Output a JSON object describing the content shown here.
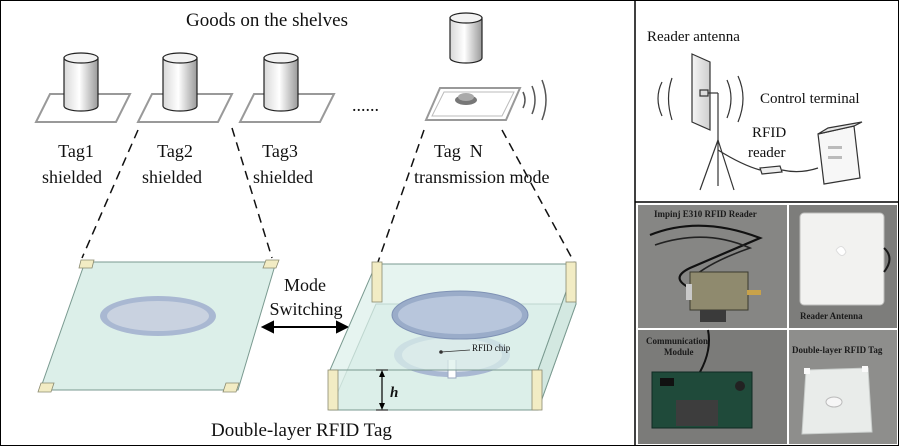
{
  "figure": {
    "shelf_title": "Goods on the shelves",
    "tags": [
      {
        "name": "Tag1",
        "state": "shielded"
      },
      {
        "name": "Tag2",
        "state": "shielded"
      },
      {
        "name": "Tag3",
        "state": "shielded"
      },
      {
        "name": "Tag  N",
        "state": "transmission mode"
      }
    ],
    "ellipsis": "......",
    "mode_switching_line1": "Mode",
    "mode_switching_line2": "Switching",
    "rfid_chip_label": "RFID chip",
    "height_label": "h",
    "bottom_caption": "Double-layer RFID Tag"
  },
  "reader_setup": {
    "reader_antenna": "Reader antenna",
    "control_terminal": "Control terminal",
    "rfid_reader_line1": "RFID",
    "rfid_reader_line2": "reader"
  },
  "photos": {
    "impinj_reader": "Impinj E310 RFID Reader",
    "reader_antenna": "Reader Antenna",
    "communication_line1": "Communication",
    "communication_line2": "Module",
    "double_layer_tag": "Double-layer RFID Tag"
  },
  "colors": {
    "tag_fill": "#dcefe9",
    "tag_edge": "#7a9a90",
    "coil_ring": "#a9b8d2",
    "coil_inner": "#c9d2e0",
    "spacer": "#f2ecc4",
    "photo_bg": "#7a7a78"
  }
}
